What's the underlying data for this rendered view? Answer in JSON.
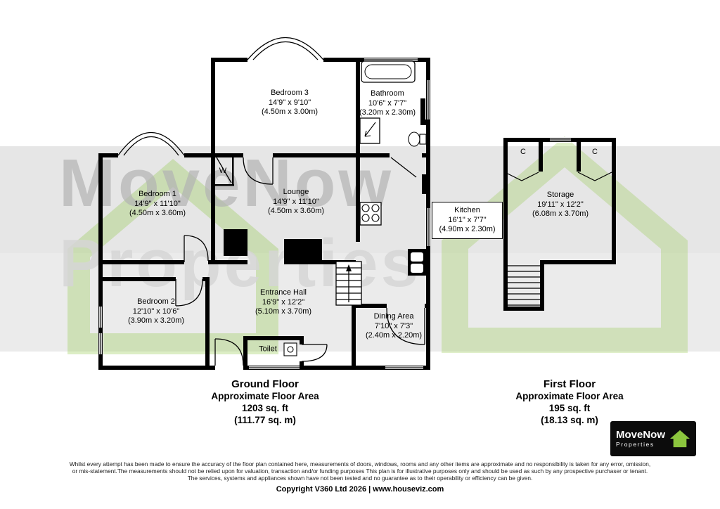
{
  "watermark": {
    "line1": "MoveNow",
    "line2": "Properties"
  },
  "rooms": {
    "bedroom3": {
      "name": "Bedroom 3",
      "imperial": "14'9\" x 9'10\"",
      "metric": "(4.50m x 3.00m)"
    },
    "bathroom": {
      "name": "Bathroom",
      "imperial": "10'6\" x 7'7\"",
      "metric": "(3.20m x 2.30m)"
    },
    "bedroom1": {
      "name": "Bedroom 1",
      "imperial": "14'9\" x 11'10\"",
      "metric": "(4.50m x 3.60m)"
    },
    "lounge": {
      "name": "Lounge",
      "imperial": "14'9\" x 11'10\"",
      "metric": "(4.50m x 3.60m)"
    },
    "kitchen": {
      "name": "Kitchen",
      "imperial": "16'1\" x 7'7\"",
      "metric": "(4.90m x 2.30m)"
    },
    "bedroom2": {
      "name": "Bedroom 2",
      "imperial": "12'10\" x 10'6\"",
      "metric": "(3.90m x 3.20m)"
    },
    "entrance_hall": {
      "name": "Entrance Hall",
      "imperial": "16'9\" x 12'2\"",
      "metric": "(5.10m x 3.70m)"
    },
    "dining_area": {
      "name": "Dining Area",
      "imperial": "7'10\" x 7'3\"",
      "metric": "(2.40m x 2.20m)"
    },
    "toilet": {
      "name": "Toilet"
    },
    "storage": {
      "name": "Storage",
      "imperial": "19'11\" x 12'2\"",
      "metric": "(6.08m x 3.70m)"
    }
  },
  "labels": {
    "wardrobe": "W",
    "cupboard_left": "C",
    "cupboard_right": "C"
  },
  "floors": {
    "ground": {
      "title": "Ground Floor",
      "subtitle": "Approximate Floor Area",
      "area_imperial": "1203 sq. ft",
      "area_metric": "(111.77 sq. m)"
    },
    "first": {
      "title": "First Floor",
      "subtitle": "Approximate Floor Area",
      "area_imperial": "195 sq. ft",
      "area_metric": "(18.13 sq. m)"
    }
  },
  "logo": {
    "line1": "MoveNow",
    "line2": "Properties"
  },
  "footer": {
    "disclaimer_line1": "Whilst every attempt has been made to ensure the accuracy of the floor plan contained here, measurements of doors, windows, rooms and any other items are approximate and no responsibility is taken for any error, omission,",
    "disclaimer_line2": "or mis-statement.The measurements should not be relied upon for valuation, transaction and/or funding purposes This plan is for illustrative purposes only and should be used as such by any prospective purchaser or tenant.",
    "disclaimer_line3": "The services, systems and appliances shown have not been tested and no guarantee as to their operability or efficiency can be given.",
    "copyright": "Copyright V360 Ltd 2026 | www.houseviz.com"
  },
  "colors": {
    "wall": "#000000",
    "accent_green": "#8cc63e",
    "band_gray": "#d8d8d8",
    "watermark_gray": "#b3b3b3"
  }
}
